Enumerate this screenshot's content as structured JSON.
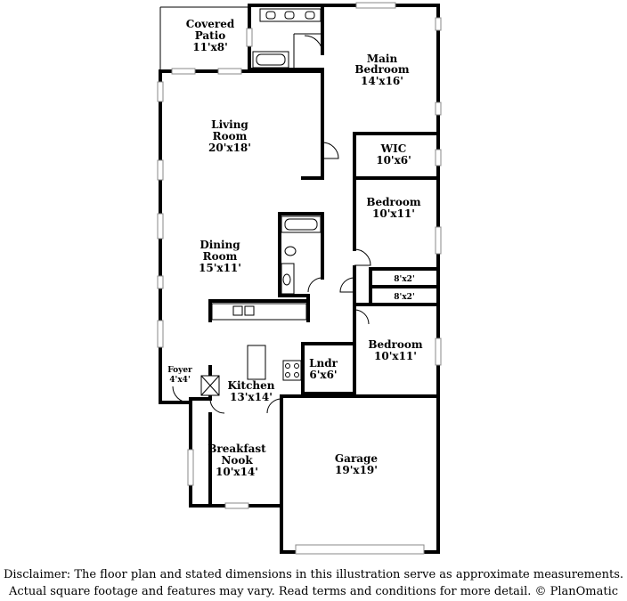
{
  "rooms": {
    "covered_patio": {
      "name_1": "Covered",
      "name_2": "Patio",
      "size": "11'x8'"
    },
    "main_bedroom": {
      "name_1": "Main",
      "name_2": "Bedroom",
      "size": "14'x16'"
    },
    "living_room": {
      "name_1": "Living",
      "name_2": "Room",
      "size": "20'x18'"
    },
    "wic": {
      "name_1": "WIC",
      "size": "10'x6'"
    },
    "bedroom_2": {
      "name_1": "Bedroom",
      "size": "10'x11'"
    },
    "dining_room": {
      "name_1": "Dining",
      "name_2": "Room",
      "size": "15'x11'"
    },
    "closet_1": {
      "size": "8'x2'"
    },
    "closet_2": {
      "size": "8'x2'"
    },
    "bedroom_3": {
      "name_1": "Bedroom",
      "size": "10'x11'"
    },
    "foyer": {
      "name_1": "Foyer",
      "size": "4'x4'"
    },
    "laundry": {
      "name_1": "Lndr",
      "size": "6'x6'"
    },
    "kitchen": {
      "name_1": "Kitchen",
      "size": "13'x14'"
    },
    "breakfast_nook": {
      "name_1": "Breakfast",
      "name_2": "Nook",
      "size": "10'x14'"
    },
    "garage": {
      "name_1": "Garage",
      "size": "19'x19'"
    }
  },
  "disclaimer": {
    "line_1": "Disclaimer: The floor plan and stated dimensions in this illustration serve as approximate measurements.",
    "line_2": "Actual square footage and features may vary. Read terms and conditions for more detail. © PlanOmatic"
  }
}
